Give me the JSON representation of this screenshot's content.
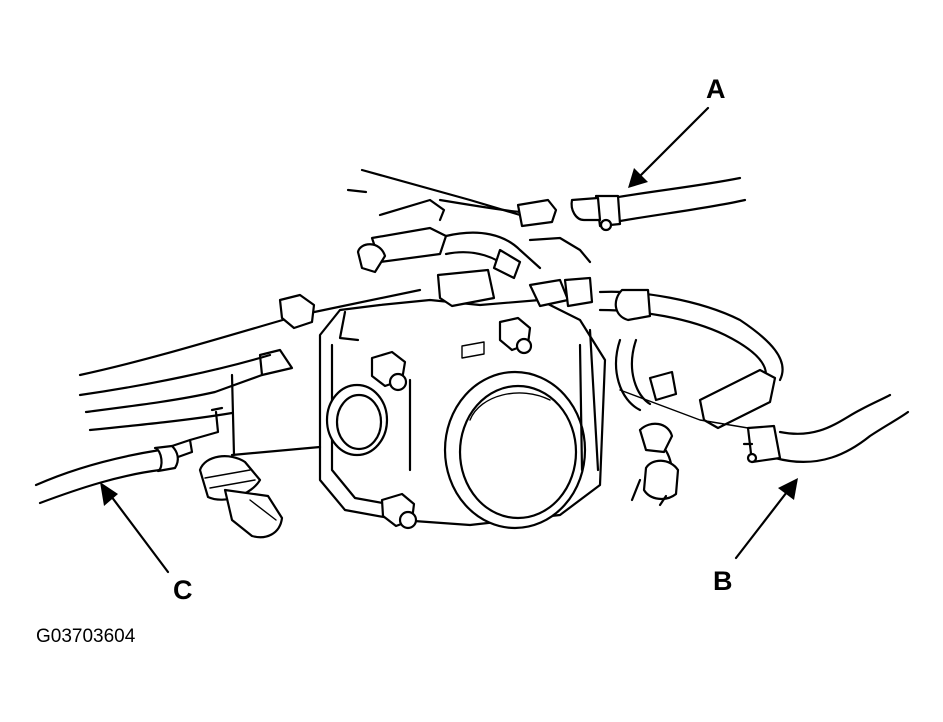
{
  "diagram": {
    "callouts": {
      "a": "A",
      "b": "B",
      "c": "C"
    },
    "figure_code": "G03703604"
  }
}
